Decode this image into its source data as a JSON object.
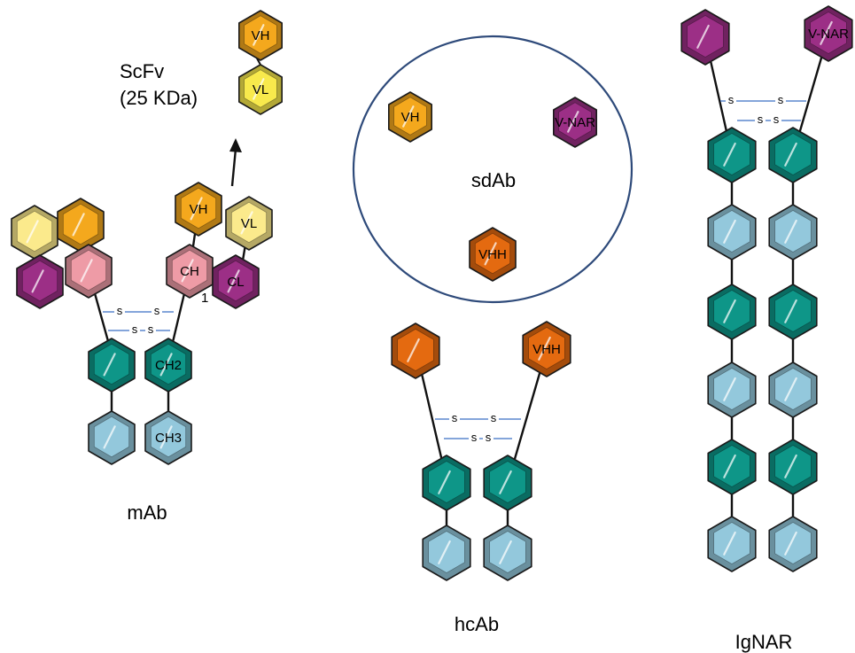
{
  "colors": {
    "vh": "#F4A81D",
    "vl": "#F8E94C",
    "vl_pale": "#FBEA8C",
    "vnar": "#9C2F86",
    "vhh": "#E46A10",
    "ch1": "#EE9BA6",
    "cl": "#9C2F86",
    "ch2": "#0E9688",
    "ch3": "#93C8DC",
    "outline": "#1a1a1a",
    "disulfide": "#3A6FC4",
    "circle": "#2E4A7A"
  },
  "labels": {
    "mab": "mAb",
    "scfv_line1": "ScFv",
    "scfv_line2": "(25 KDa)",
    "sdab": "sdAb",
    "hcab": "hcAb",
    "ignar": "IgNAR"
  },
  "domain_labels": {
    "vh": "VH",
    "vl": "VL",
    "vnar": "V-NAR",
    "vhh": "VHH",
    "ch1": "CH",
    "ch1_sub": "1",
    "cl": "CL",
    "ch2": "CH2",
    "ch3": "CH3"
  },
  "disulfide": "s"
}
